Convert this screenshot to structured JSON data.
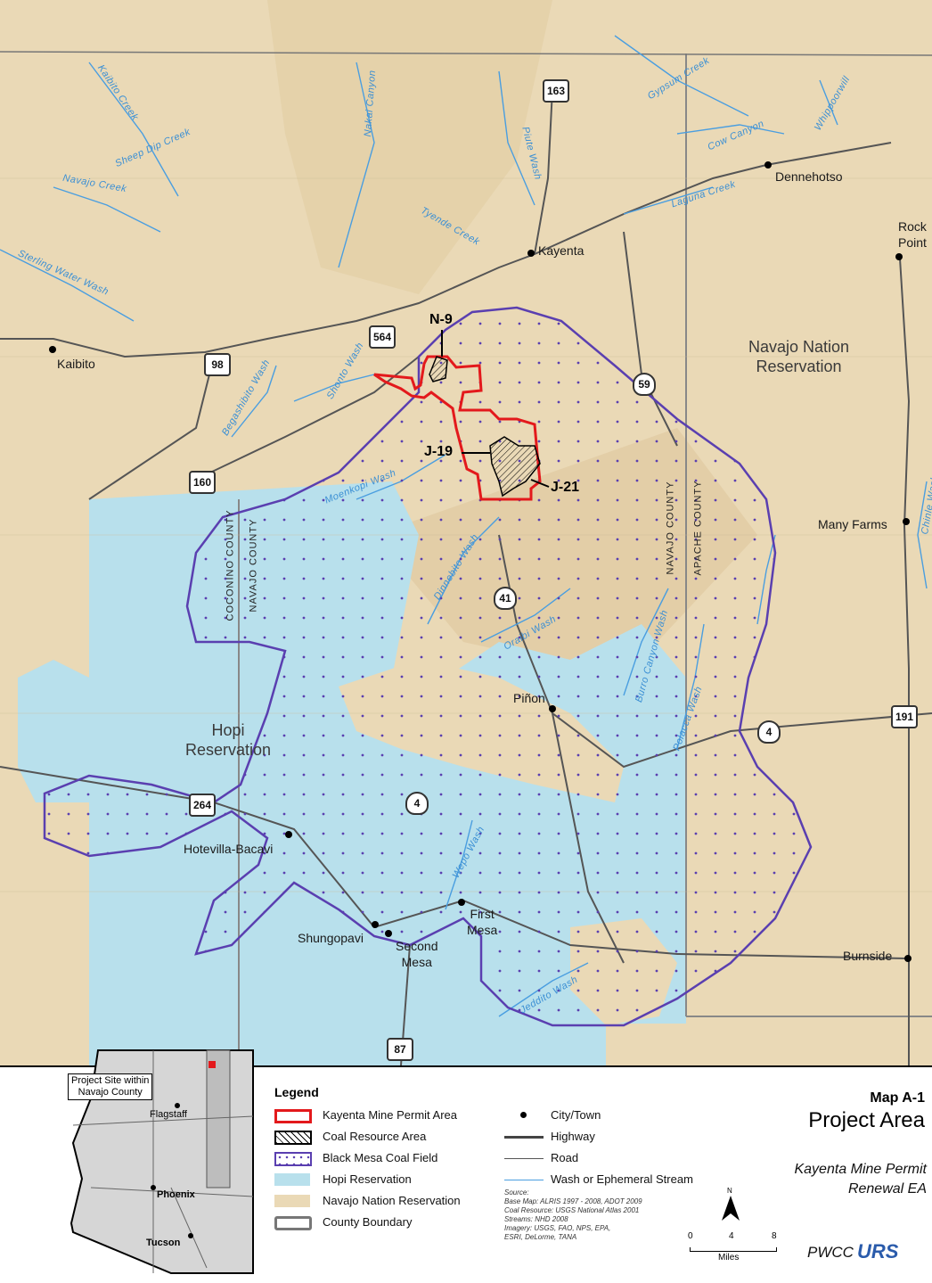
{
  "map": {
    "towns": {
      "dennehotso": "Dennehotso",
      "rock_point": "Rock\nPoint",
      "kayenta": "Kayenta",
      "kaibito": "Kaibito",
      "many_farms": "Many Farms",
      "pinon": "Piñon",
      "hotevilla": "Hotevilla-Bacavi",
      "shungopavi": "Shungopavi",
      "second_mesa": "Second\nMesa",
      "first_mesa": "First\nMesa",
      "burnside": "Burnside"
    },
    "regions": {
      "navajo": "Navajo Nation\nReservation",
      "hopi": "Hopi\nReservation"
    },
    "counties": {
      "coconino": "COCONINO COUNTY",
      "navajo_left": "NAVAJO COUNTY",
      "navajo_right": "NAVAJO COUNTY",
      "apache": "APACHE COUNTY"
    },
    "mine_sites": {
      "n9": "N-9",
      "j19": "J-19",
      "j21": "J-21"
    },
    "highways": {
      "h163": "163",
      "h564": "564",
      "h98": "98",
      "h160": "160",
      "h59": "59",
      "h41": "41",
      "h191": "191",
      "h4a": "4",
      "h4b": "4",
      "h264": "264",
      "h87": "87"
    },
    "streams": {
      "moenkopi": "Moenkopi Wash",
      "dinnebito": "Dinnebito Wash",
      "oraibi": "Oraibi Wash",
      "polacca": "Polacca Wash",
      "jeddito": "Jeddito Wash",
      "wepo": "Wepo Wash",
      "laguna": "Laguna Creek",
      "chinle": "Chinle Wash",
      "gypsum": "Gypsum Creek",
      "tyende": "Tyende Creek",
      "cow_canyon": "Cow Canyon",
      "sheep_dip": "Sheep Dip Creek",
      "navajo_creek": "Navajo Creek",
      "kaibito_creek": "Kaibito Creek",
      "shonto": "Shonto Wash",
      "begashibito": "Begashibito Wash",
      "long_canyon": "Nakai Canyon",
      "sterling": "Sterling Water Wash",
      "piute": "Piute Wash",
      "burro": "Burro Canyon Wash",
      "whippoorwill": "Whippoorwill"
    }
  },
  "inset": {
    "callout": "Project Site within\nNavajo County",
    "flagstaff": "Flagstaff",
    "phoenix": "Phoenix",
    "tucson": "Tucson"
  },
  "legend": {
    "title": "Legend",
    "items": [
      "Kayenta Mine Permit Area",
      "Coal Resource Area",
      "Black Mesa Coal Field",
      "Hopi Reservation",
      "Navajo Nation Reservation",
      "County Boundary"
    ],
    "items2": [
      "City/Town",
      "Highway",
      "Road",
      "Wash or Ephemeral Stream"
    ],
    "source": "Source:\nBase Map: ALRIS 1997 - 2008, ADOT 2009\nCoal Resource: USGS National Atlas 2001\nStreams: NHD 2008\nImagery: USGS, FAO, NPS, EPA,\nESRI, DeLorme, TANA"
  },
  "scale": {
    "ticks": [
      "0",
      "4",
      "8"
    ],
    "unit": "Miles",
    "north": "N"
  },
  "title_block": {
    "map_number": "Map A-1",
    "title": "Project Area",
    "subtitle": "Kayenta Mine Permit\nRenewal EA",
    "org1": "PWCC",
    "org2": "URS"
  },
  "colors": {
    "permit": "#e3191c",
    "coalfield": "#5a3fb0",
    "hopi": "#b8e0ec",
    "navajo": "#ead9b6",
    "stream": "#4a9ee0"
  }
}
